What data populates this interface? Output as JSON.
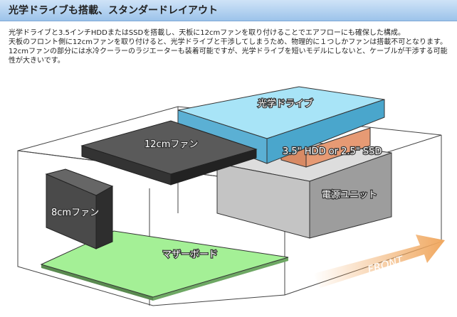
{
  "title": "光学ドライブも搭載、スタンダードレイアウト",
  "description": [
    "光学ドライブと3.5インチHDDまたはSSDを搭載し、天板に12cmファンを取り付けることでエアフローにも確保した構成。",
    "天板のフロント側に12cmファンを取り付けると、光学ドライブと干渉してしまうため、物理的に１つしかファンは搭載不可となります。",
    "12cmファンの部分には水冷クーラーのラジエーターも装着可能ですが、光学ドライブを短いモデルにしないと、ケーブルが干渉する可能性が大きいです。"
  ],
  "labels": {
    "optical": "光学ドライブ",
    "fan12": "12cmファン",
    "storage": "3.5\" HDD or 2.5\" SSD",
    "psu": "電源ユニット",
    "fan8": "8cmファン",
    "mobo": "マザーボード",
    "front": "FRONT"
  },
  "colors": {
    "optical": "#a8e4f7",
    "psu": "#b5b5b5",
    "storage": "#e69a74",
    "mobo": "#a4f096",
    "fan": "#555555",
    "arrow": "#f0a860"
  }
}
